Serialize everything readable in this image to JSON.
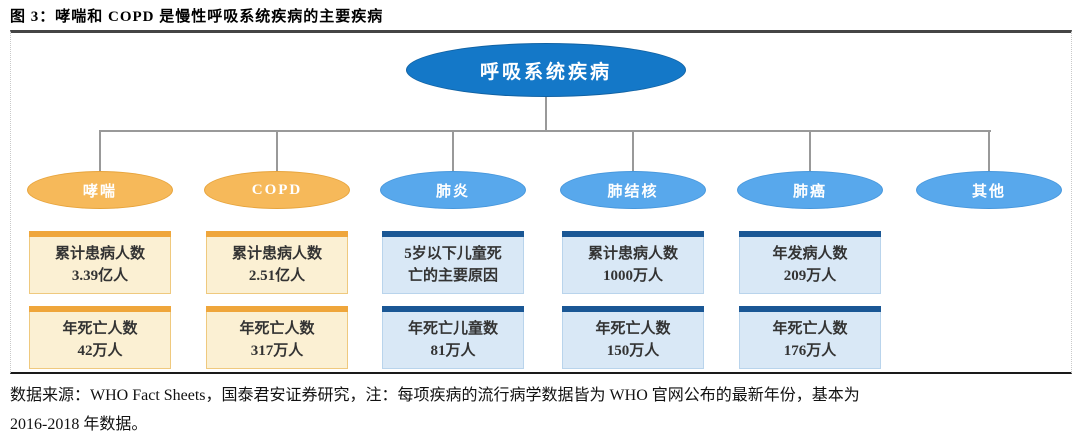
{
  "figure_title": "图 3：哮喘和 COPD 是慢性呼吸系统疾病的主要疾病",
  "colors": {
    "root_fill": "#1478C8",
    "child_blue_fill": "#58A8EC",
    "child_orange_fill": "#F6B95A",
    "orange_bar": "#EFA63B",
    "orange_body": "#FBF0D3",
    "blue_bar": "#1A5795",
    "blue_body": "#D9E8F6",
    "connector": "#999999"
  },
  "tree": {
    "root": "呼吸系统疾病",
    "children": [
      {
        "label": "哮喘",
        "theme": "orange",
        "boxes": [
          {
            "line1": "累计患病人数",
            "line2": "3.39亿人"
          },
          {
            "line1": "年死亡人数",
            "line2": "42万人"
          }
        ]
      },
      {
        "label": "COPD",
        "theme": "orange",
        "boxes": [
          {
            "line1": "累计患病人数",
            "line2": "2.51亿人"
          },
          {
            "line1": "年死亡人数",
            "line2": "317万人"
          }
        ]
      },
      {
        "label": "肺炎",
        "theme": "blue",
        "boxes": [
          {
            "line1": "5岁以下儿童死",
            "line2": "亡的主要原因"
          },
          {
            "line1": "年死亡儿童数",
            "line2": "81万人"
          }
        ]
      },
      {
        "label": "肺结核",
        "theme": "blue",
        "boxes": [
          {
            "line1": "累计患病人数",
            "line2": "1000万人"
          },
          {
            "line1": "年死亡人数",
            "line2": "150万人"
          }
        ]
      },
      {
        "label": "肺癌",
        "theme": "blue",
        "boxes": [
          {
            "line1": "年发病人数",
            "line2": "209万人"
          },
          {
            "line1": "年死亡人数",
            "line2": "176万人"
          }
        ]
      },
      {
        "label": "其他",
        "theme": "blue",
        "boxes": []
      }
    ]
  },
  "footer": {
    "line1": "数据来源：WHO Fact Sheets，国泰君安证券研究，注：每项疾病的流行病学数据皆为 WHO 官网公布的最新年份，基本为",
    "line2": "2016-2018 年数据。"
  }
}
